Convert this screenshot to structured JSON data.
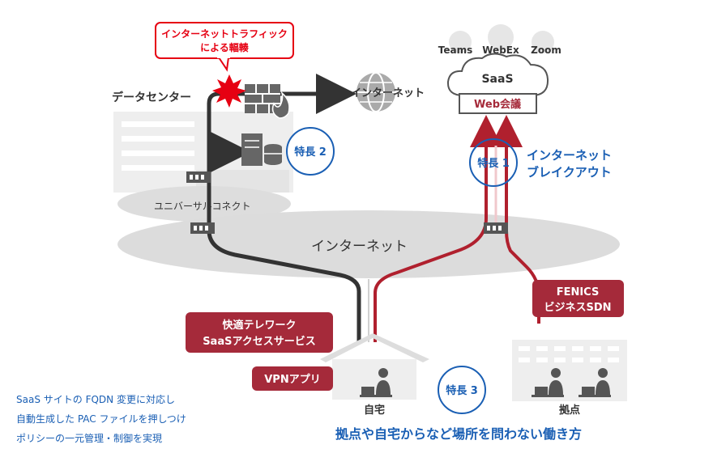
{
  "callout": {
    "line1": "インターネットトラフィック",
    "line2": "による輻輳"
  },
  "datacenter": {
    "label": "データセンター"
  },
  "universal_connect": {
    "label": "ユニバーサルコネクト"
  },
  "internet_top": {
    "label": "インターネット"
  },
  "internet_cloud": {
    "label": "インターネット"
  },
  "saas": {
    "apps": [
      "Teams",
      "WebEx",
      "Zoom"
    ],
    "label": "SaaS",
    "web_meeting": "Web会議"
  },
  "features": {
    "f1": "特長 1",
    "f2": "特長 2",
    "f3": "特長 3"
  },
  "breakout": {
    "line1": "インターネット",
    "line2": "ブレイクアウト"
  },
  "service": {
    "line1": "快適テレワーク",
    "line2": "SaaSアクセスサービス"
  },
  "vpn": {
    "label": "VPNアプリ"
  },
  "fenics": {
    "line1": "FENICS",
    "line2": "ビジネスSDN"
  },
  "home": {
    "label": "自宅"
  },
  "office": {
    "label": "拠点"
  },
  "note": {
    "line1": "SaaS サイトの FQDN 変更に対応し",
    "line2": "自動生成した PAC ファイルを押しつけ",
    "line3": "ポリシーの一元管理・制御を実現"
  },
  "headline": "拠点や自宅からなど場所を問わない働き方",
  "colors": {
    "maroon": "#a52a3a",
    "blue": "#1a5fb4",
    "dark_line": "#333333",
    "red_line": "#b0202e",
    "alert_red": "#e60012",
    "cloud_gray": "#dcdcdc"
  }
}
